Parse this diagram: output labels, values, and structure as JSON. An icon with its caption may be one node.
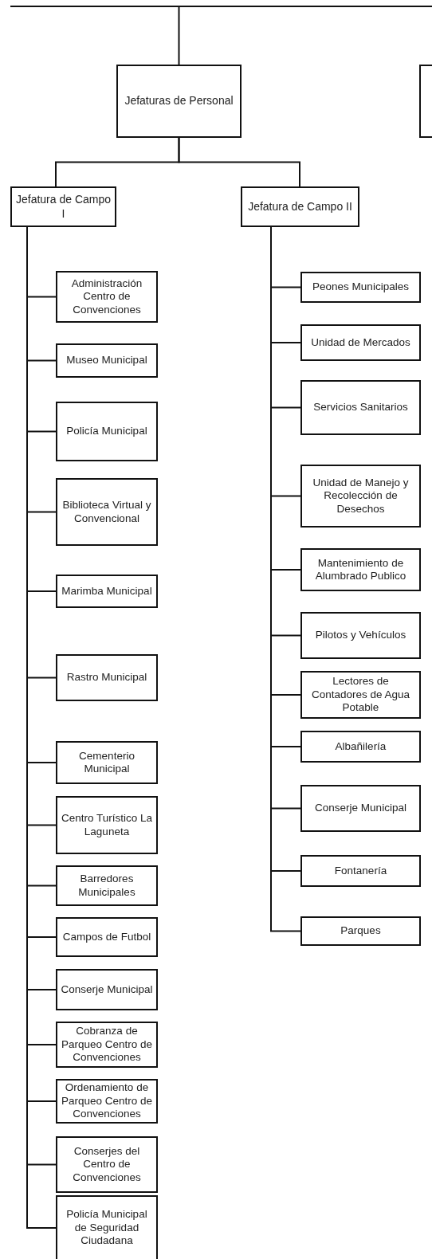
{
  "diagram": {
    "nodes": [
      {
        "text": [
          "Jefaturas de Personal"
        ]
      },
      {
        "text": [],
        "shape": "box"
      },
      {
        "text": [
          "Jefatura de Campo I"
        ]
      },
      {
        "text": [
          "Jefatura de Campo II"
        ]
      },
      {
        "text": [
          "Administración Centro de Convenciones"
        ]
      },
      {
        "text": [
          "Museo Municipal"
        ]
      },
      {
        "text": [
          "Policía Municipal"
        ]
      },
      {
        "text": [
          "Biblioteca Virtual y Convencional"
        ]
      },
      {
        "text": [
          "Marimba Municipal"
        ]
      },
      {
        "text": [
          "Rastro Municipal"
        ]
      },
      {
        "text": [
          "Cementerio Municipal"
        ]
      },
      {
        "text": [
          "Centro Turístico La Laguneta"
        ]
      },
      {
        "text": [
          "Barredores Municipales"
        ]
      },
      {
        "text": [
          "Campos de Futbol"
        ]
      },
      {
        "text": [
          "Conserje Municipal"
        ]
      },
      {
        "text": [
          "Cobranza de Parqueo Centro de Convenciones"
        ]
      },
      {
        "text": [
          "Ordenamiento de Parqueo Centro de Convenciones"
        ]
      },
      {
        "text": [
          "Conserjes del Centro de Convenciones"
        ]
      },
      {
        "text": [
          "Policía Municipal de Seguridad Ciudadana"
        ]
      },
      {
        "text": [
          "Peones Municipales"
        ]
      },
      {
        "text": [
          "Unidad de Mercados"
        ]
      },
      {
        "text": [
          "Servicios Sanitarios"
        ]
      },
      {
        "text": [
          "Unidad de Manejo y Recolección de Desechos"
        ]
      },
      {
        "text": [
          "Mantenimiento de Alumbrado Publico"
        ]
      },
      {
        "text": [
          "Pilotos y Vehículos"
        ]
      },
      {
        "text": [
          "Lectores de Contadores de Agua Potable"
        ]
      },
      {
        "text": [
          "Albañilería"
        ]
      },
      {
        "text": [
          "Conserje Municipal"
        ]
      },
      {
        "text": [
          "Fontanería"
        ]
      },
      {
        "text": [
          "Parques"
        ]
      }
    ],
    "edges": [
      {
        "from": null,
        "to": 0,
        "arrow": "none"
      },
      {
        "from": 0,
        "to": 2,
        "arrow": "none"
      },
      {
        "from": 0,
        "to": 3,
        "arrow": "none"
      },
      {
        "from": 2,
        "to": 4,
        "arrow": "none"
      },
      {
        "from": 2,
        "to": 5,
        "arrow": "none"
      },
      {
        "from": 2,
        "to": 6,
        "arrow": "none"
      },
      {
        "from": 2,
        "to": 7,
        "arrow": "none"
      },
      {
        "from": 2,
        "to": 8,
        "arrow": "none"
      },
      {
        "from": 2,
        "to": 9,
        "arrow": "none"
      },
      {
        "from": 2,
        "to": 10,
        "arrow": "none"
      },
      {
        "from": 2,
        "to": 11,
        "arrow": "none"
      },
      {
        "from": 2,
        "to": 12,
        "arrow": "none"
      },
      {
        "from": 2,
        "to": 13,
        "arrow": "none"
      },
      {
        "from": 2,
        "to": 14,
        "arrow": "none"
      },
      {
        "from": 2,
        "to": 15,
        "arrow": "none"
      },
      {
        "from": 2,
        "to": 16,
        "arrow": "none"
      },
      {
        "from": 2,
        "to": 17,
        "arrow": "none"
      },
      {
        "from": 2,
        "to": 18,
        "arrow": "none"
      },
      {
        "from": 3,
        "to": 19,
        "arrow": "none"
      },
      {
        "from": 3,
        "to": 20,
        "arrow": "none"
      },
      {
        "from": 3,
        "to": 21,
        "arrow": "none"
      },
      {
        "from": 3,
        "to": 22,
        "arrow": "none"
      },
      {
        "from": 3,
        "to": 23,
        "arrow": "none"
      },
      {
        "from": 3,
        "to": 24,
        "arrow": "none"
      },
      {
        "from": 3,
        "to": 25,
        "arrow": "none"
      },
      {
        "from": 3,
        "to": 26,
        "arrow": "none"
      },
      {
        "from": 3,
        "to": 27,
        "arrow": "none"
      },
      {
        "from": 3,
        "to": 28,
        "arrow": "none"
      },
      {
        "from": 3,
        "to": 29,
        "arrow": "none"
      }
    ]
  }
}
